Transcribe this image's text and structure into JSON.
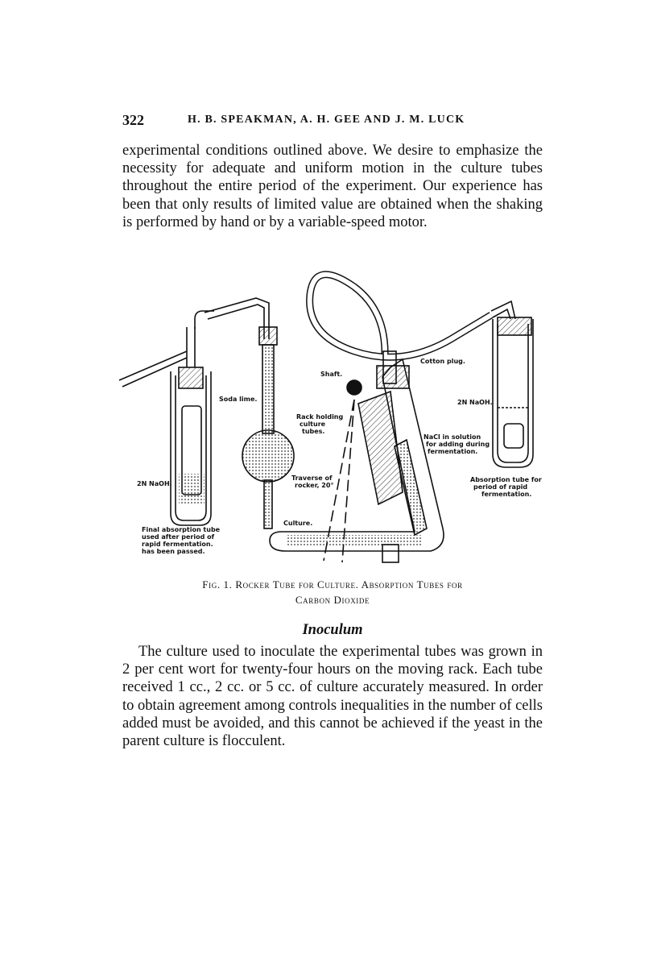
{
  "header": {
    "page_number": "322",
    "authors": "H. B. SPEAKMAN, A. H. GEE AND J. M. LUCK"
  },
  "body": {
    "paragraph_1": "experimental conditions outlined above. We desire to emphasize the necessity for adequate and uniform motion in the culture tubes throughout the entire period of the experiment. Our experience has been that only results of limited value are obtained when the shaking is performed by hand or by a variable-speed motor.",
    "section_heading": "Inoculum",
    "paragraph_2": "The culture used to inoculate the experimental tubes was grown in 2 per cent wort for twenty-four hours on the moving rack. Each tube received 1 cc., 2 cc. or 5 cc. of culture accurately measured. In order to obtain agreement among controls inequalities in the number of cells added must be avoided, and this cannot be achieved if the yeast in the parent culture is flocculent."
  },
  "figure": {
    "caption_line_1": "Fig. 1. Rocker Tube for Culture. Absorption Tubes for",
    "caption_line_2": "Carbon Dioxide",
    "labels": {
      "cotton_plug": "Cotton plug.",
      "shaft": "Shaft.",
      "soda_lime": "Soda lime.",
      "naoh_right": "2N NaOH.",
      "rack_1": "Rack holding",
      "rack_2": "culture",
      "rack_3": "tubes.",
      "nacl_1": "NaCl in solution",
      "nacl_2": "for adding during",
      "nacl_3": "fermentation.",
      "naoh_left": "2N NaOH.",
      "traverse_1": "Traverse of",
      "traverse_2": "rocker, 20°",
      "absorption_right_1": "Absorption tube for",
      "absorption_right_2": "period of rapid",
      "absorption_right_3": "fermentation.",
      "culture": "Culture.",
      "final_1": "Final absorption tube",
      "final_2": "used after period of",
      "final_3": "rapid fermentation.",
      "final_4": "has been passed."
    }
  }
}
